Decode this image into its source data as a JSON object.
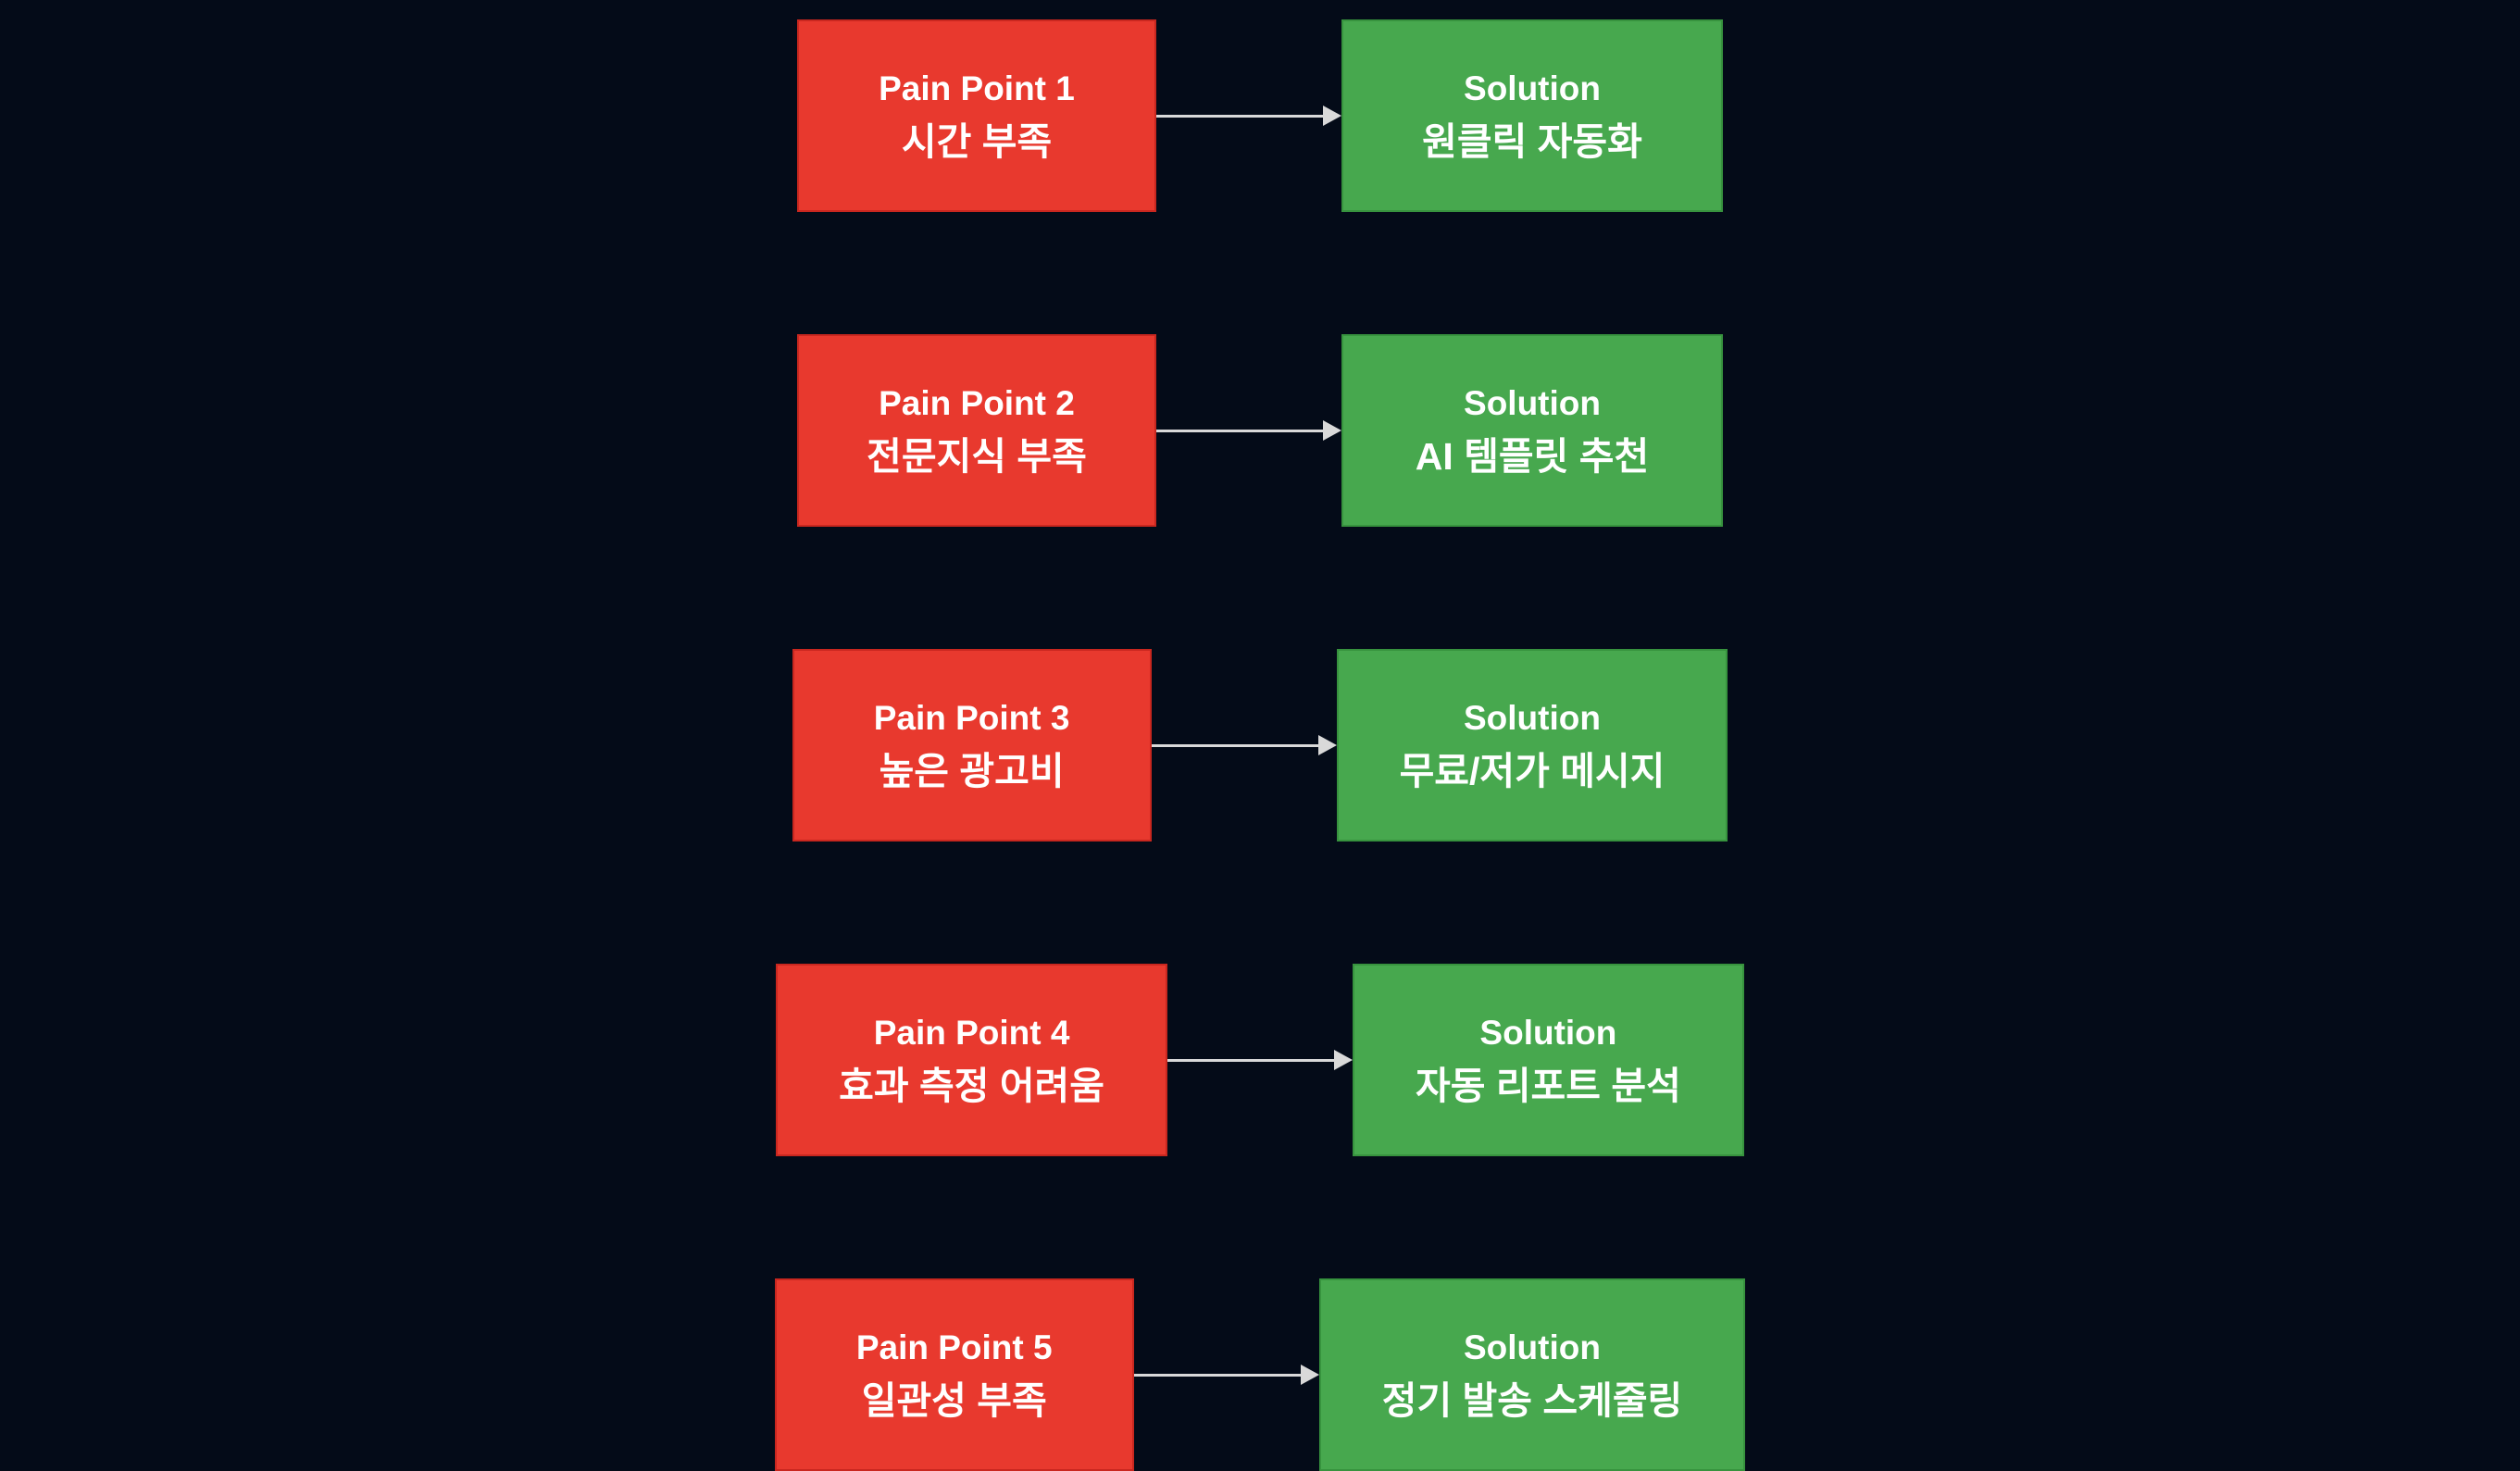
{
  "colors": {
    "bg": "#040b18",
    "pain": "#e8392e",
    "pain_border": "#c9271f",
    "solution": "#47a84e",
    "solution_border": "#37933e",
    "arrow": "#d9d9d9",
    "text": "#ffffff"
  },
  "rows": [
    {
      "pain_title": "Pain Point 1",
      "pain_subtitle": "시간 부족",
      "solution_title": "Solution",
      "solution_subtitle": "원클릭 자동화"
    },
    {
      "pain_title": "Pain Point 2",
      "pain_subtitle": "전문지식 부족",
      "solution_title": "Solution",
      "solution_subtitle": "AI 템플릿 추천"
    },
    {
      "pain_title": "Pain Point 3",
      "pain_subtitle": "높은 광고비",
      "solution_title": "Solution",
      "solution_subtitle": "무료/저가 메시지"
    },
    {
      "pain_title": "Pain Point 4",
      "pain_subtitle": "효과 측정 어려움",
      "solution_title": "Solution",
      "solution_subtitle": "자동 리포트 분석"
    },
    {
      "pain_title": "Pain Point 5",
      "pain_subtitle": "일관성 부족",
      "solution_title": "Solution",
      "solution_subtitle": "정기 발송 스케줄링"
    }
  ]
}
